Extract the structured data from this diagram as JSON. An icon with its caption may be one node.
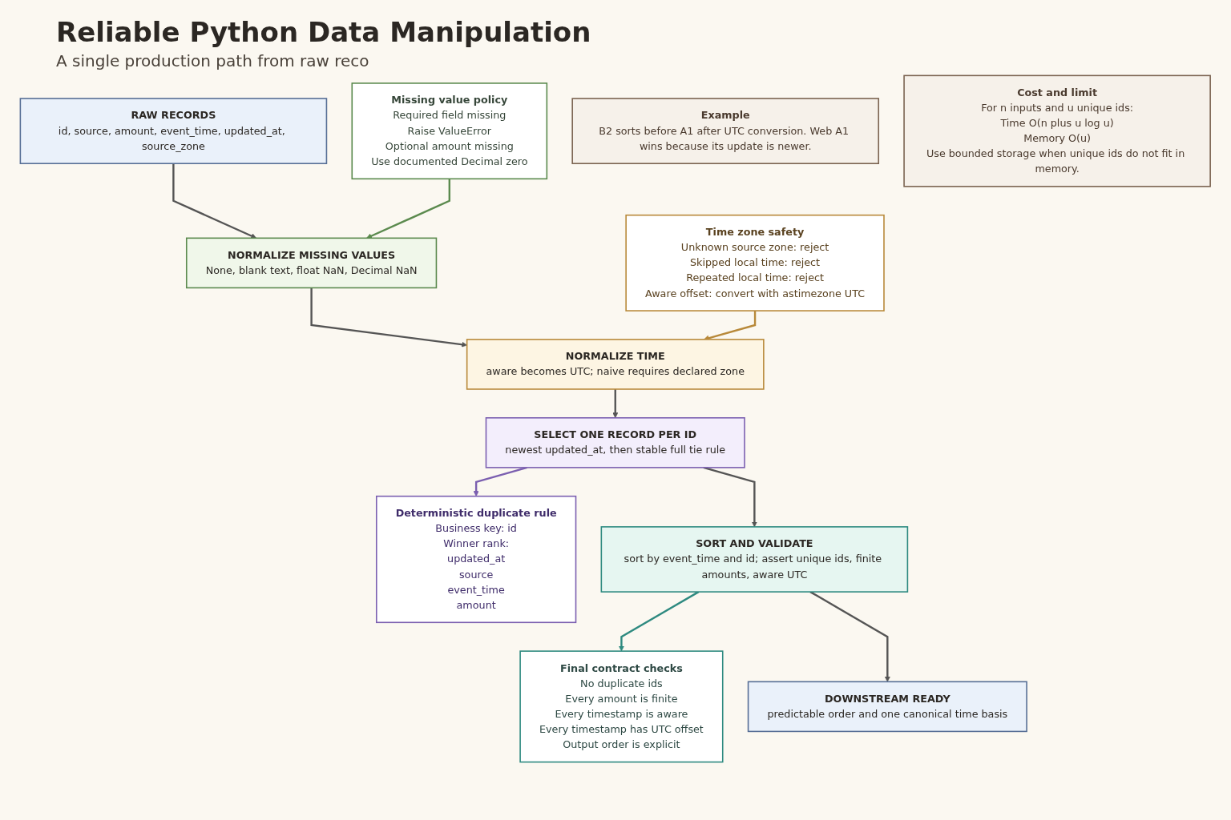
{
  "diagram": {
    "title": "Reliable Python Data Manipulation",
    "caption": "A single production path from raw reco",
    "nodes": [
      {
        "text": [
          "RAW RECORDS",
          "id, source, amount, event_time, updated_at, source_zone"
        ]
      },
      {
        "text": [
          "Missing value policy",
          "Required field missing",
          "Raise ValueError",
          "Optional amount missing",
          "Use documented Decimal zero"
        ]
      },
      {
        "text": [
          "NORMALIZE MISSING VALUES",
          "None, blank text, float NaN, Decimal NaN"
        ]
      },
      {
        "text": [
          "Deterministic duplicate rule",
          "Business key: id",
          "Winner rank:",
          "updated_at",
          "source",
          "event_time",
          "amount"
        ]
      },
      {
        "text": [
          "NORMALIZE TIME",
          "aware becomes UTC; naive requires declared zone"
        ]
      },
      {
        "text": [
          "Time zone safety",
          "Unknown source zone: reject",
          "Skipped local time: reject",
          "Repeated local time: reject",
          "Aware offset: convert with astimezone UTC"
        ]
      },
      {
        "text": [
          "SELECT ONE RECORD PER ID",
          "newest updated_at, then stable full tie rule"
        ]
      },
      {
        "text": [
          "Final contract checks",
          "No duplicate ids",
          "Every amount is finite",
          "Every timestamp is aware",
          "Every timestamp has UTC offset",
          "Output order is explicit"
        ]
      },
      {
        "text": [
          "SORT AND VALIDATE",
          "sort by event_time and id; assert unique ids, finite amounts, aware UTC"
        ]
      },
      {
        "text": [
          "Example",
          "B2 sorts before A1 after UTC conversion. Web A1 wins because its update is newer."
        ]
      },
      {
        "text": [
          "DOWNSTREAM READY",
          "predictable order and one canonical time basis"
        ]
      },
      {
        "text": [
          "Cost and limit",
          "For n inputs and u unique ids:",
          "Time O(n plus u log u)",
          "Memory O(u)",
          "Use bounded storage when unique ids do not fit in memory."
        ]
      }
    ],
    "edges": [
      {
        "from": 0,
        "to": 2,
        "arrow": "to"
      },
      {
        "from": 1,
        "to": 2,
        "arrow": "to",
        "color": "#5b8a4e"
      },
      {
        "from": 2,
        "to": 4,
        "arrow": "to"
      },
      {
        "from": 5,
        "to": 4,
        "arrow": "to",
        "color": "#b8893a"
      },
      {
        "from": 4,
        "to": 6,
        "arrow": "to"
      },
      {
        "from": 6,
        "to": 3,
        "arrow": "to",
        "color": "#7b5fb0"
      },
      {
        "from": 6,
        "to": 8,
        "arrow": "to"
      },
      {
        "from": 8,
        "to": 7,
        "arrow": "to",
        "color": "#2e8a80"
      },
      {
        "from": 8,
        "to": 10,
        "arrow": "to"
      }
    ]
  }
}
